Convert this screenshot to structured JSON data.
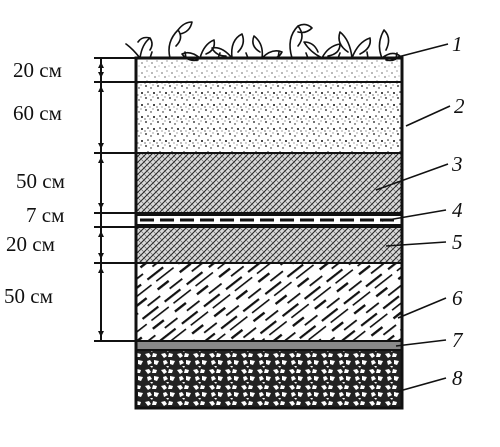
{
  "dimensions": [
    {
      "label": "20 см"
    },
    {
      "label": "60 см"
    },
    {
      "label": "50 см"
    },
    {
      "label": "7 см"
    },
    {
      "label": "20 см"
    },
    {
      "label": "50 см"
    }
  ],
  "layer_numbers": [
    "1",
    "2",
    "3",
    "4",
    "5",
    "6",
    "7",
    "8"
  ]
}
